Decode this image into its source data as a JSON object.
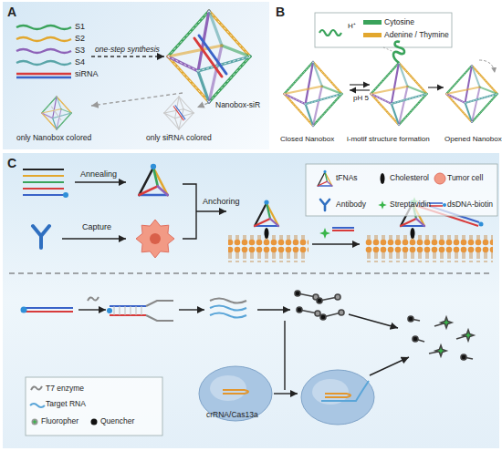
{
  "diagram": {
    "nodes": [
      {
        "text": [
          "A"
        ]
      },
      {
        "text": [
          "B"
        ]
      },
      {
        "text": [
          "C"
        ]
      }
    ],
    "labels": [
      "S1",
      "S2",
      "S3",
      "S4",
      "siRNA",
      "one-step synthesis",
      "Nanobox-siR",
      "only Nanobox colored",
      "only siRNA colored",
      "H⁺",
      "Closed Nanobox",
      "pH 5",
      "i-motif structure formation",
      "Opened Nanobox",
      "Annealing",
      "Capture",
      "Anchoring",
      "crRNA/Cas13a"
    ],
    "legend": [
      {
        "text": "Cytosine"
      },
      {
        "text": "Adenine / Thymine"
      },
      {
        "text": "tFNAs"
      },
      {
        "text": "Cholesterol"
      },
      {
        "text": "Tumor cell"
      },
      {
        "text": "Antibody"
      },
      {
        "text": "Streptavidin"
      },
      {
        "text": "dsDNA-biotin"
      },
      {
        "text": "T7 enzyme"
      },
      {
        "text": "Target RNA"
      },
      {
        "text": "Fluoropher"
      },
      {
        "text": "Quencher"
      }
    ]
  }
}
